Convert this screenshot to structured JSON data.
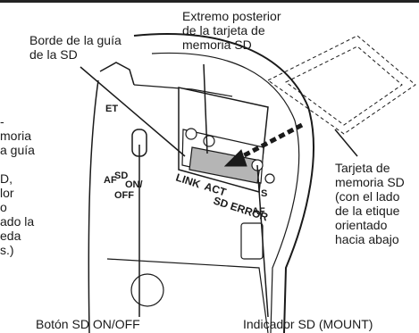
{
  "labels": {
    "extremo_line1": "Extremo posterior",
    "extremo_line2": "de la tarjeta de",
    "extremo_line3": "memoria SD",
    "borde_line1": "Borde de la guía",
    "borde_line2": "de la SD",
    "left_text": [
      "-",
      "moria",
      "a guía",
      "",
      "D,",
      "lor",
      "o",
      "ado la",
      "eda",
      "s.)"
    ],
    "tarjeta_lines": [
      "Tarjeta de",
      "memoria SD",
      "(con el lado",
      "de la etique",
      "orientado",
      "hacia abajo"
    ],
    "boton": "Botón SD ON/OFF",
    "indicador": "Indicador SD (MOUNT)"
  },
  "device_text": {
    "link": "LINK",
    "act": "ACT",
    "sd_error": "SD ERROR",
    "sd_onoff_1": "SD",
    "sd_onoff_2": "ON/",
    "sd_onoff_3": "OFF",
    "et": "ET",
    "af_left": "AF",
    "af_right": "AF",
    "s": "S"
  },
  "colors": {
    "line": "#1a1a1a",
    "card_fill": "#b5b5b5",
    "arrow": "#1a1a1a"
  }
}
